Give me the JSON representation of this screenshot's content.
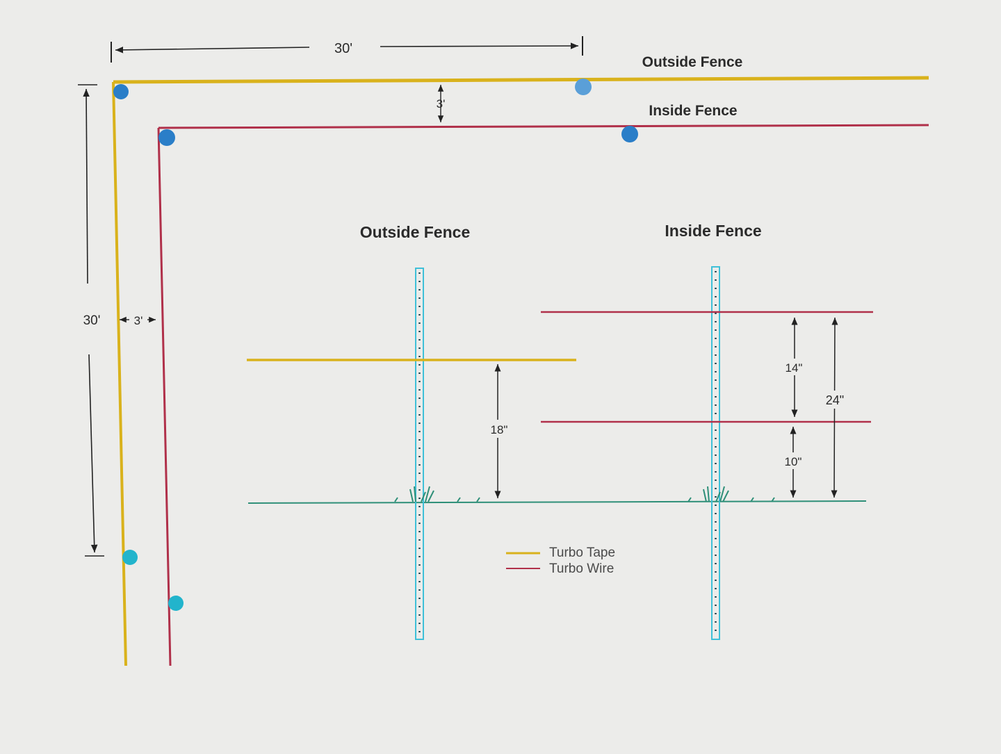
{
  "colors": {
    "background": "#ececea",
    "turbo_tape": "#d9b21c",
    "turbo_wire": "#b0304a",
    "ground": "#2e8f78",
    "post": "#3fc0d8",
    "post_marker_blue": "#2a7ec8",
    "post_marker_cyan": "#22b4cc",
    "dimension_line": "#222222"
  },
  "plan_view": {
    "top_width_label": "30'",
    "side_length_label": "30'",
    "top_gap_label": "3'",
    "side_gap_label": "3'",
    "outside_fence_label": "Outside Fence",
    "inside_fence_label": "Inside Fence"
  },
  "elevation_view": {
    "outside_fence_title": "Outside Fence",
    "inside_fence_title": "Inside Fence",
    "outside_height_label": "18\"",
    "inside_upper_gap_label": "14\"",
    "inside_total_label": "24\"",
    "inside_lower_label": "10\""
  },
  "legend": {
    "items": [
      {
        "label": "Turbo Tape",
        "icon": "yellow-line-swatch"
      },
      {
        "label": "Turbo Wire",
        "icon": "red-line-swatch"
      }
    ]
  }
}
